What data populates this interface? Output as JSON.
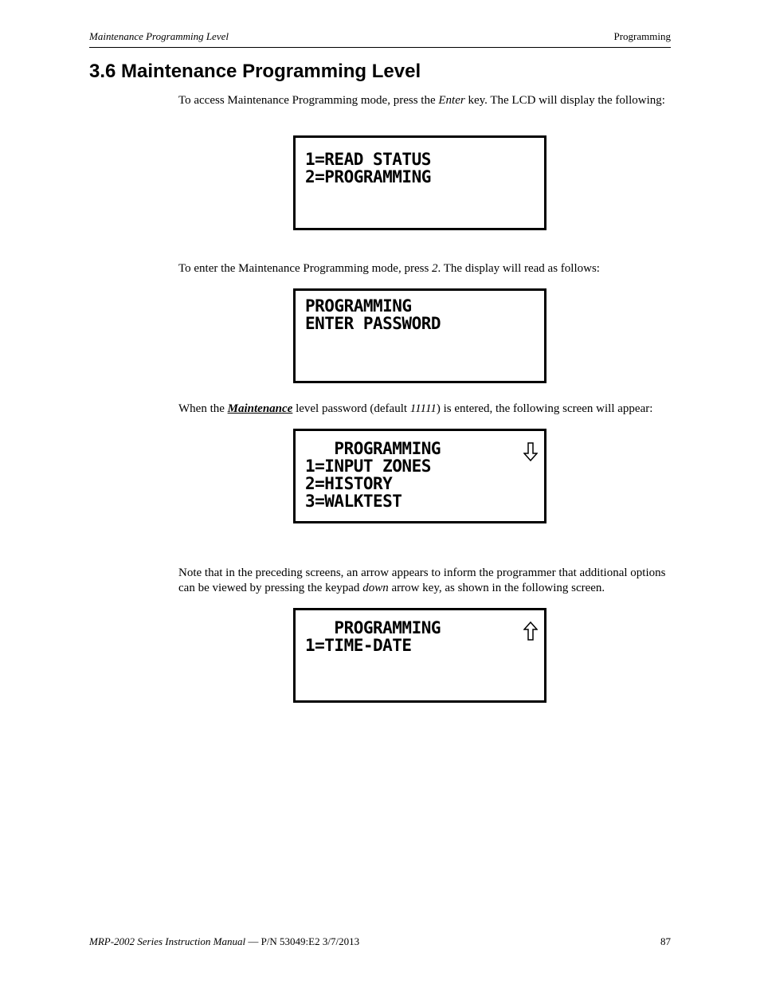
{
  "header": {
    "left": "Maintenance Programming Level",
    "right": "Programming"
  },
  "section": {
    "title": "3.6  Maintenance Programming Level"
  },
  "para1": {
    "a": "To access Maintenance Programming mode, press the ",
    "key": "Enter",
    "b": " key.  The LCD will display the following:"
  },
  "lcd1": {
    "line1": "1=READ STATUS",
    "line2": "2=PROGRAMMING"
  },
  "para2": {
    "a": "To enter the Maintenance Programming mode, press ",
    "key": "2",
    "b": ".  The display will read as follows:"
  },
  "lcd2": {
    "line1": "PROGRAMMING",
    "line2": "ENTER PASSWORD"
  },
  "para3": {
    "a": "When the ",
    "level": "Maintenance",
    "b": " level password (default ",
    "pw": "11111",
    "c": ") is entered, the following screen will appear:"
  },
  "lcd3": {
    "line1": "   PROGRAMMING",
    "line2": "1=INPUT ZONES",
    "line3": "2=HISTORY",
    "line4": "3=WALKTEST",
    "arrow": "down-arrow-icon"
  },
  "para4": {
    "a": "Note that in the preceding screens, an arrow appears to inform the programmer that additional options can be viewed by pressing the keypad ",
    "key": "down",
    "b": " arrow key, as shown in the following screen."
  },
  "lcd4": {
    "line1": "   PROGRAMMING",
    "line2": "1=TIME-DATE",
    "arrow": "up-arrow-icon"
  },
  "footer": {
    "manual": "MRP-2002 Series Instruction Manual",
    "rest": " — P/N 53049:E2  3/7/2013",
    "page": "87"
  }
}
